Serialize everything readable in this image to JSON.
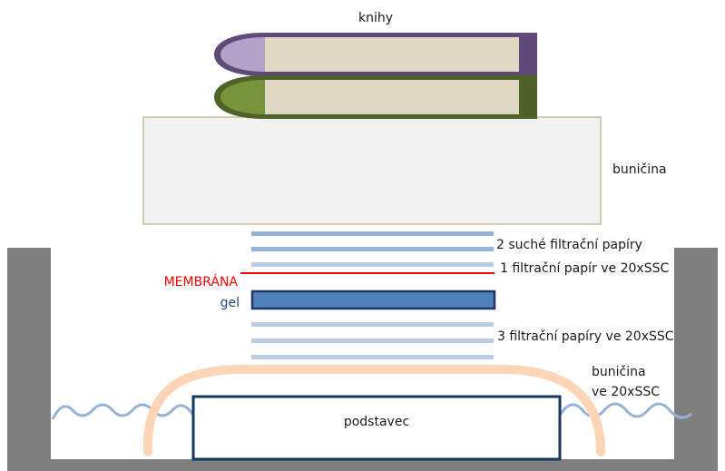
{
  "labels": {
    "books": "knihy",
    "pulp_top": "buničina",
    "dry_filters": "2 suché filtrační papíry",
    "membrane": "MEMBRÁNA",
    "wet_filter": "1 filtrační papír ve 20xSSC",
    "gel": "gel",
    "wet_filters": "3 filtrační papíry ve 20xSSC",
    "pulp_wet_line1": "buničina",
    "pulp_wet_line2": "ve 20xSSC",
    "stand": "podstavec"
  },
  "colors": {
    "tray": "#7f7f7f",
    "filter_dry": "#95b3d7",
    "filter_wet": "#b8cce4",
    "membrane": "#ff0000",
    "gel_fill": "#4f81bd",
    "gel_border": "#1f3864",
    "stand_border": "#17375e",
    "pulp_wick": "#fbd5b5",
    "liquid": "#95b3d7",
    "book_pages": "#ddd9c3",
    "book1_cover": "#5f4a7a",
    "book1_spine": "#b3a2c7",
    "book2_cover": "#4f6228",
    "book2_spine": "#77933c",
    "pulp_block_fill": "#f2f2f2",
    "pulp_block_border": "#c4bd97",
    "label_membrane": "#ff0000",
    "label_gel": "#1f497d"
  }
}
